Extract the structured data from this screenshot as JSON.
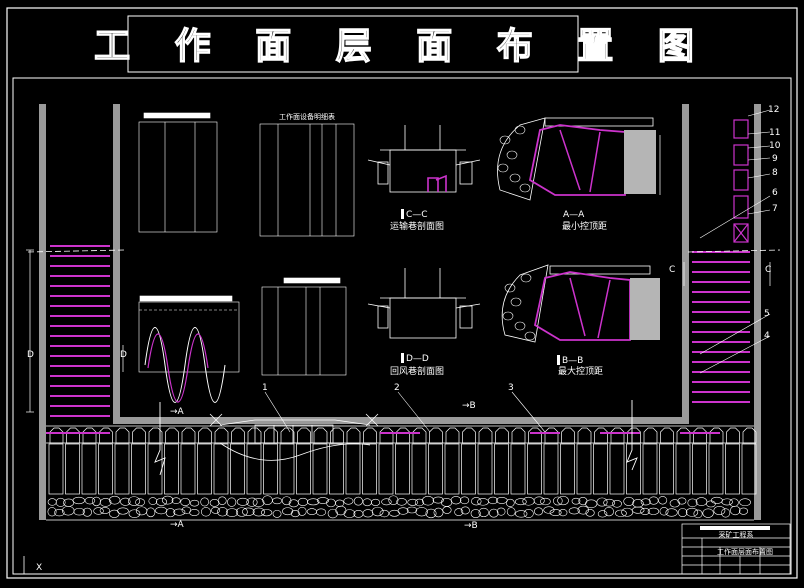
{
  "title": "工 作 面 层 面 布 置 图",
  "sections": {
    "cc": {
      "label": "C—C",
      "caption": "运输巷剖面图"
    },
    "dd": {
      "label": "D—D",
      "caption": "回风巷剖面图"
    },
    "aa": {
      "label": "A—A",
      "caption": "最小控顶距"
    },
    "bb": {
      "label": "B—B",
      "caption": "最大控顶距"
    }
  },
  "table_top_title": "工作面设备明细表",
  "markers": {
    "a": "A",
    "b": "B",
    "c": "C",
    "d": "D",
    "arrow_a": "→A",
    "arrow_b": "→B"
  },
  "callouts": [
    "1",
    "2",
    "3",
    "4",
    "5",
    "6",
    "7",
    "8",
    "9",
    "10",
    "11",
    "12"
  ],
  "titleblock": {
    "org": "采矿工程系",
    "drawing": "工作面层面布置图"
  },
  "axis_mark": "X",
  "colors": {
    "background": "#000000",
    "line": "#ffffff",
    "support": "#cc33cc",
    "wall": "#9a9a9a",
    "fill_grey": "#b5b5b5"
  }
}
